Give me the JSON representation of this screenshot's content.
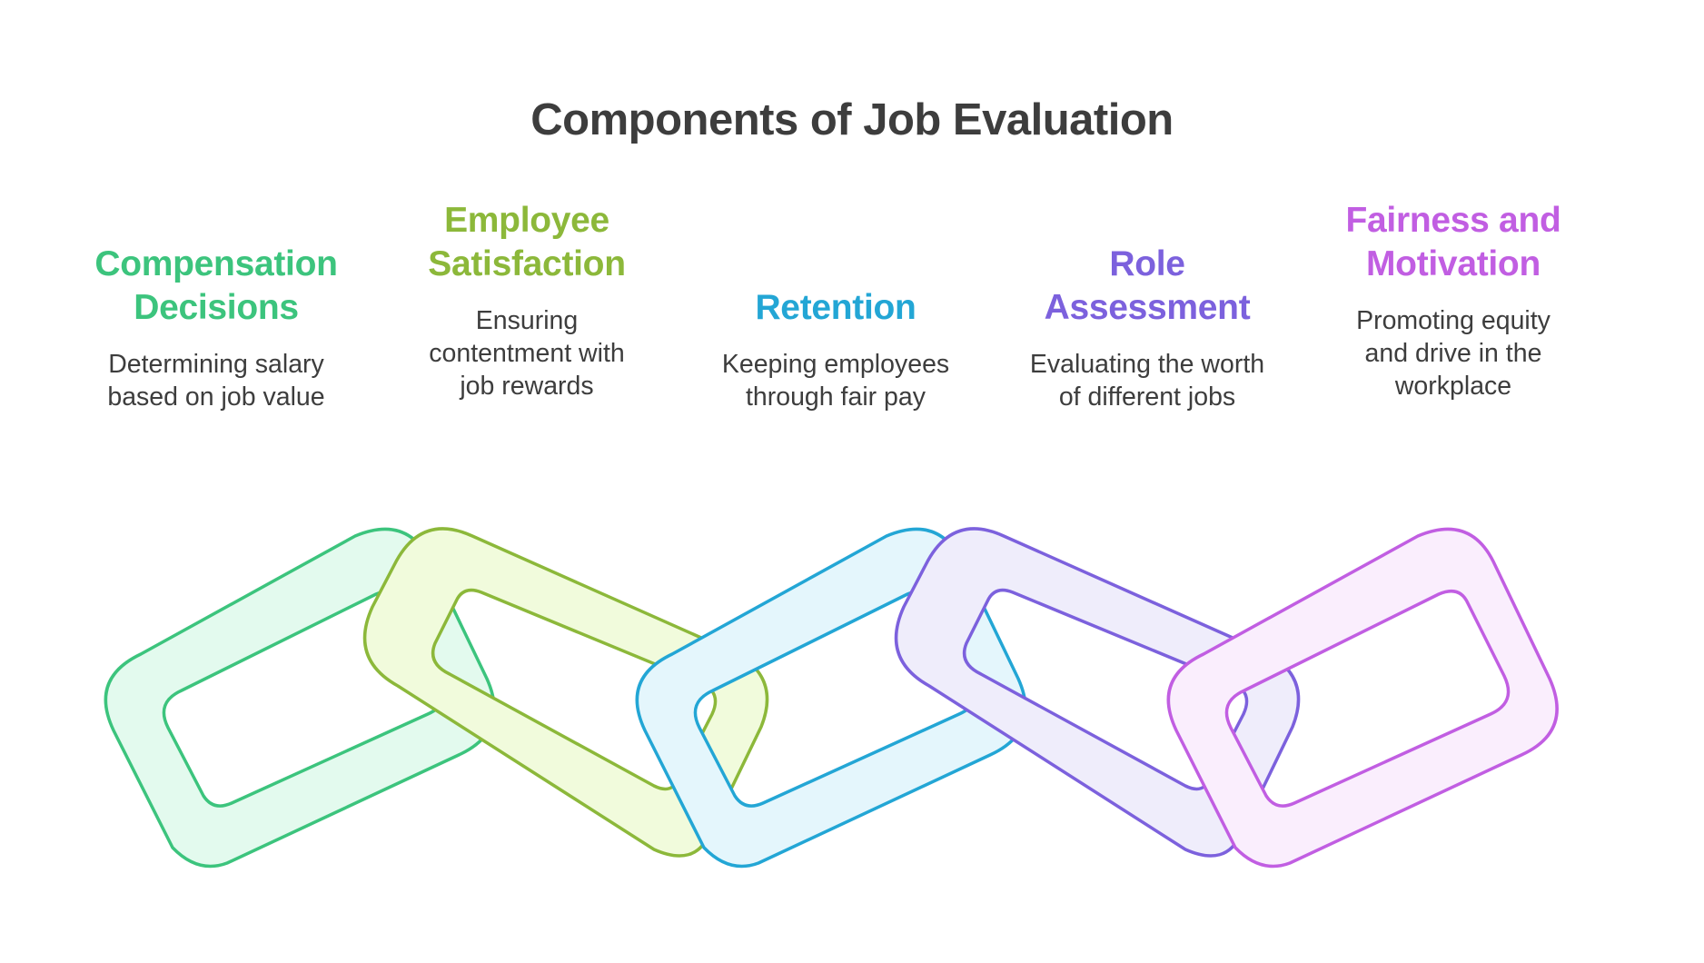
{
  "title": "Components of Job Evaluation",
  "items": [
    {
      "title_lines": [
        "Compensation",
        "Decisions"
      ],
      "desc_lines": [
        "Determining salary",
        "based on job value"
      ],
      "color": "#3cc47d",
      "fill": "#e3faee"
    },
    {
      "title_lines": [
        "Employee",
        "Satisfaction"
      ],
      "desc_lines": [
        "Ensuring",
        "contentment with",
        "job rewards"
      ],
      "color": "#8cb83a",
      "fill": "#f1fbdc"
    },
    {
      "title_lines": [
        "Retention"
      ],
      "desc_lines": [
        "Keeping employees",
        "through fair pay"
      ],
      "color": "#23a6d5",
      "fill": "#e4f6fc"
    },
    {
      "title_lines": [
        "Role",
        "Assessment"
      ],
      "desc_lines": [
        "Evaluating the worth",
        "of different jobs"
      ],
      "color": "#7c61dd",
      "fill": "#efedfb"
    },
    {
      "title_lines": [
        "Fairness and",
        "Motivation"
      ],
      "desc_lines": [
        "Promoting equity",
        "and drive in the",
        "workplace"
      ],
      "color": "#c15ee2",
      "fill": "#faeefd"
    }
  ]
}
